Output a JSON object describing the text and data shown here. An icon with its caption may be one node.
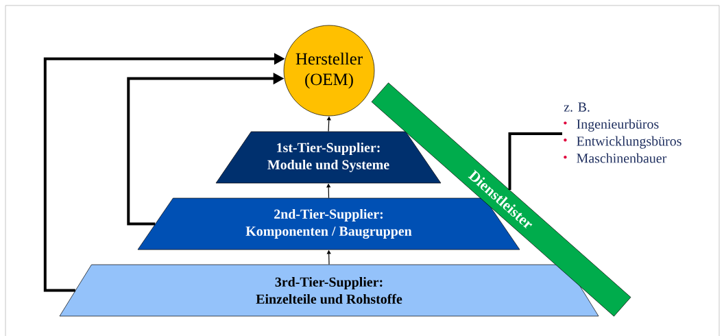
{
  "diagram": {
    "nodes": [
      {
        "text": [
          "Hersteller (OEM)"
        ]
      },
      {
        "text": [
          "1st-Tier-Supplier:",
          "Module und Systeme"
        ]
      },
      {
        "text": [
          "2nd-Tier-Supplier:",
          "Komponenten / Baugruppen"
        ]
      },
      {
        "text": [
          "3rd-Tier-Supplier:",
          "Einzelteile und Rohstoffe"
        ]
      },
      {
        "text": [
          "Dienstleister"
        ]
      },
      {
        "text": [
          "z. B.",
          "Ingenieurbüros",
          "Entwicklungsbüros",
          "Maschinenbauer"
        ]
      }
    ],
    "edges": [
      {
        "from": 3,
        "to": 0,
        "arrow": "to",
        "style": "thick"
      },
      {
        "from": 2,
        "to": 0,
        "arrow": "to",
        "style": "thick"
      },
      {
        "from": 1,
        "to": 0,
        "arrow": "to"
      },
      {
        "from": 2,
        "to": 1,
        "arrow": "to"
      },
      {
        "from": 3,
        "to": 2,
        "arrow": "to"
      },
      {
        "from": 4,
        "to": 5,
        "arrow": "none",
        "style": "thick"
      }
    ]
  }
}
